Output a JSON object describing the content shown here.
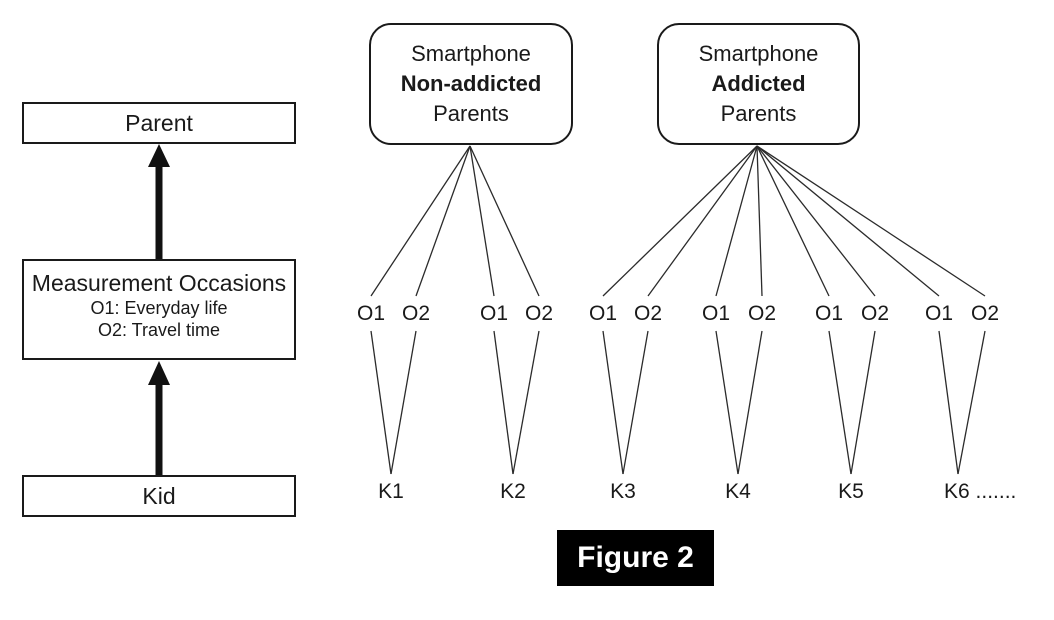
{
  "figure": {
    "label": "Figure 2"
  },
  "left_panel": {
    "parent_label": "Parent",
    "measurement": {
      "title": "Measurement Occasions",
      "occasion1": "O1: Everyday life",
      "occasion2": "O2: Travel time"
    },
    "kid_label": "Kid"
  },
  "groups": [
    {
      "line1": "Smartphone",
      "line2": "Non-addicted",
      "line3": "Parents",
      "occasion_labels": [
        "O1",
        "O2"
      ],
      "kids": [
        "K1",
        "K2"
      ]
    },
    {
      "line1": "Smartphone",
      "line2": "Addicted",
      "line3": "Parents",
      "occasion_labels": [
        "O1",
        "O2"
      ],
      "kids": [
        "K3",
        "K4",
        "K5",
        "K6 ......."
      ]
    }
  ],
  "colors": {
    "line": "#2b2b2b",
    "border": "#1a1a1a",
    "text": "#1a1a1a",
    "figure_bg": "#000000",
    "figure_text": "#ffffff"
  }
}
